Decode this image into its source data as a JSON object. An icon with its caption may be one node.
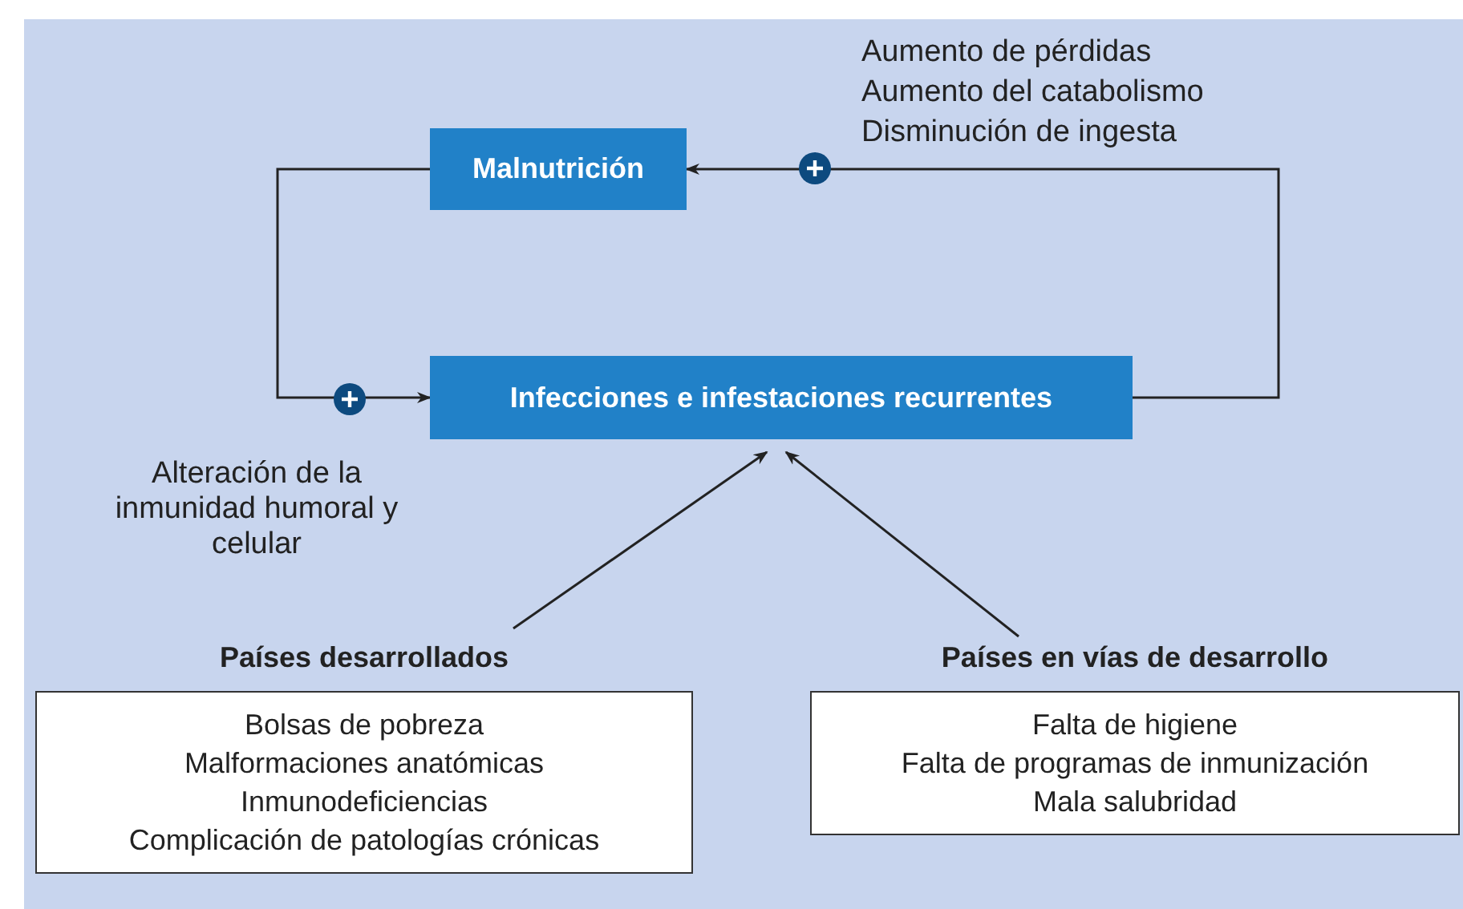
{
  "diagram": {
    "nodes": [
      {
        "text": [
          "Malnutrición"
        ]
      },
      {
        "text": [
          "Infecciones e infestaciones recurrentes"
        ]
      },
      {
        "text": [
          "Países desarrollados",
          "Bolsas de pobreza",
          "Malformaciones anatómicas",
          "Inmunodeficiencias",
          "Complicación de patologías crónicas"
        ]
      },
      {
        "text": [
          "Países en vías de desarrollo",
          "Falta de higiene",
          "Falta de programas de inmunización",
          "Mala salubridad"
        ]
      }
    ],
    "edges": [
      {
        "from": 0,
        "to": 1,
        "arrow": "to"
      },
      {
        "from": 1,
        "to": 0,
        "arrow": "to"
      },
      {
        "from": 2,
        "to": 1,
        "arrow": "to"
      },
      {
        "from": 3,
        "to": 1,
        "arrow": "to"
      }
    ],
    "labels": [
      "Aumento de pérdidas",
      "Aumento del catabolismo",
      "Disminución de ingesta",
      "Alteración de la inmunidad humoral y celular"
    ]
  }
}
